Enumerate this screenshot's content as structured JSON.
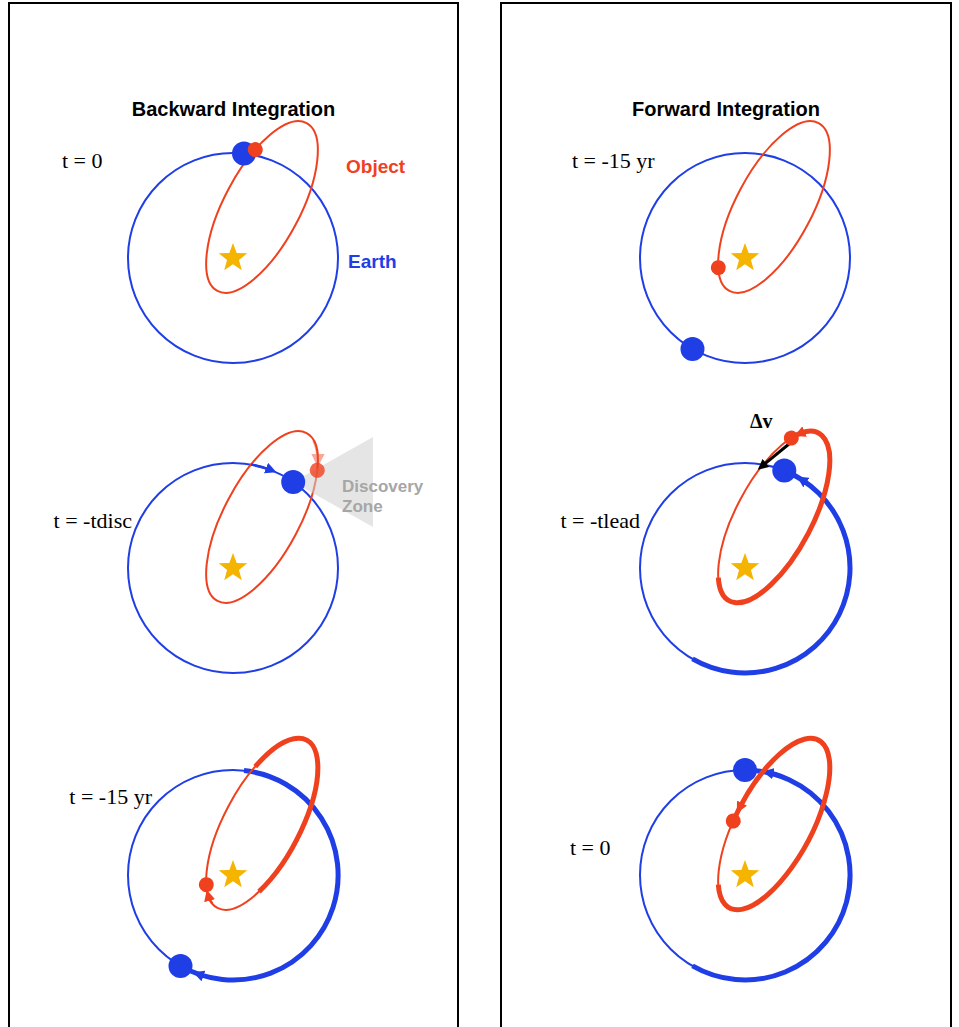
{
  "diagram": {
    "nodes": [
      {
        "text": [
          "Backward Integration"
        ]
      },
      {
        "text": [
          "Forward Integration"
        ]
      }
    ],
    "labels": [
      "t = 0",
      "Object",
      "Earth",
      "t = -tdisc",
      "Discovery Zone",
      "t = -15 yr",
      "t = -15 yr",
      "Δv",
      "t = -tlead",
      "t = 0"
    ]
  }
}
